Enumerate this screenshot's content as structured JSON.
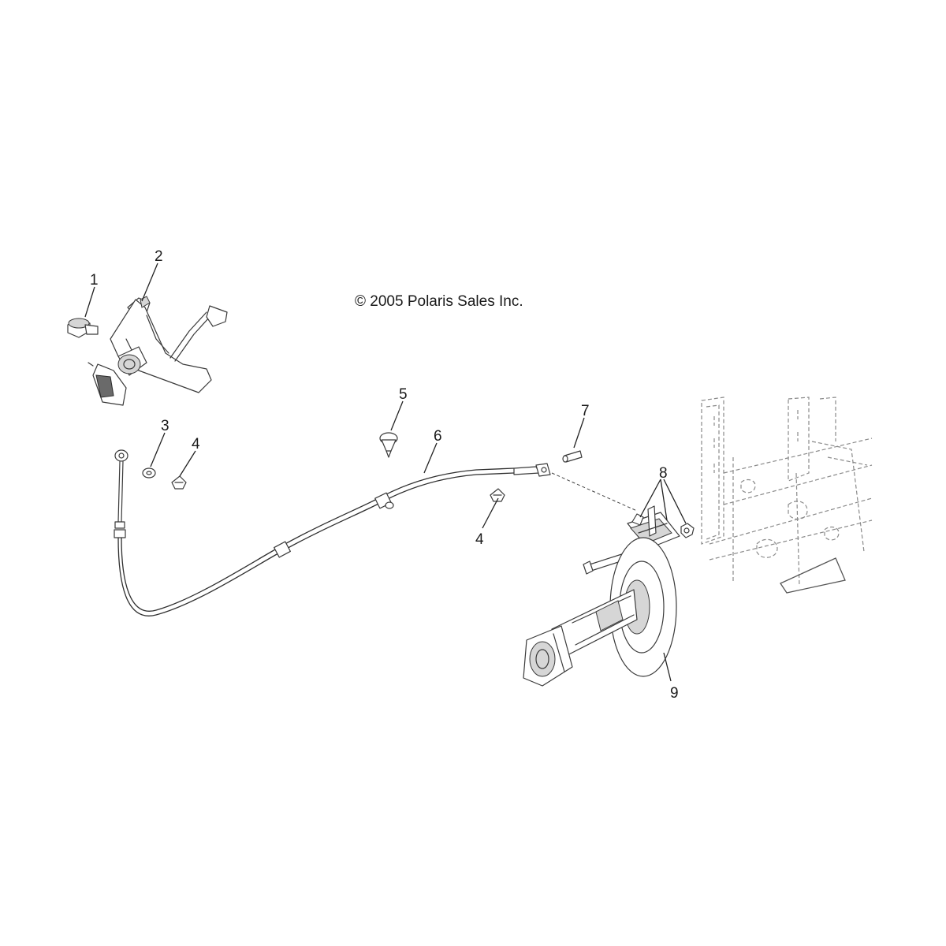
{
  "copyright": "© 2005 Polaris Sales Inc.",
  "callouts": [
    "1",
    "2",
    "3",
    "4",
    "4",
    "5",
    "6",
    "7",
    "8",
    "9"
  ]
}
